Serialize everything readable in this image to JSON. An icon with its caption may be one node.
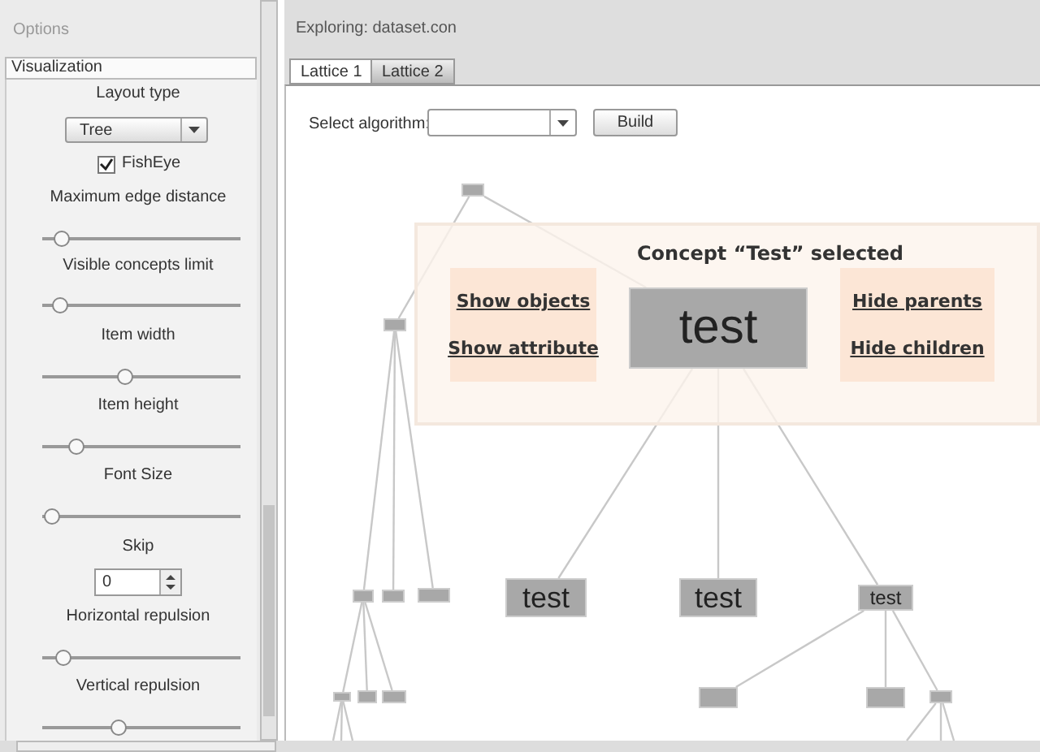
{
  "diagram": {
    "nodes": [
      {
        "text": [],
        "shape": "box"
      },
      {
        "text": [
          "Concept “Test” selected"
        ]
      },
      {
        "text": [
          "Show objects",
          "Show attribute"
        ],
        "in": 1
      },
      {
        "text": [
          "test"
        ],
        "in": 1
      },
      {
        "text": [
          "Hide parents",
          "Hide children"
        ],
        "in": 1
      },
      {
        "text": [],
        "shape": "box"
      },
      {
        "text": [],
        "shape": "box"
      },
      {
        "text": [],
        "shape": "box"
      },
      {
        "text": [],
        "shape": "box"
      },
      {
        "text": [
          "test"
        ]
      },
      {
        "text": [
          "test"
        ]
      },
      {
        "text": [
          "test"
        ]
      },
      {
        "text": [],
        "shape": "box"
      },
      {
        "text": [],
        "shape": "box"
      },
      {
        "text": [],
        "shape": "box"
      },
      {
        "text": [],
        "shape": "box"
      },
      {
        "text": [],
        "shape": "box"
      },
      {
        "text": [],
        "shape": "box"
      }
    ],
    "edges": [
      {
        "from": 0,
        "to": 5,
        "arrow": "none"
      },
      {
        "from": 0,
        "to": 3,
        "arrow": "none"
      },
      {
        "from": 5,
        "to": 6,
        "arrow": "none"
      },
      {
        "from": 5,
        "to": 7,
        "arrow": "none"
      },
      {
        "from": 5,
        "to": 8,
        "arrow": "none"
      },
      {
        "from": 3,
        "to": 9,
        "arrow": "none"
      },
      {
        "from": 3,
        "to": 10,
        "arrow": "none"
      },
      {
        "from": 3,
        "to": 11,
        "arrow": "none"
      },
      {
        "from": 6,
        "to": 12,
        "arrow": "none"
      },
      {
        "from": 6,
        "to": 13,
        "arrow": "none"
      },
      {
        "from": 6,
        "to": 14,
        "arrow": "none"
      },
      {
        "from": 11,
        "to": 15,
        "arrow": "none"
      },
      {
        "from": 11,
        "to": 16,
        "arrow": "none"
      },
      {
        "from": 11,
        "to": 17,
        "arrow": "none"
      },
      {
        "from": 12,
        "to": null,
        "arrow": "none"
      },
      {
        "from": 12,
        "to": null,
        "arrow": "none"
      },
      {
        "from": 12,
        "to": null,
        "arrow": "none"
      },
      {
        "from": 17,
        "to": null,
        "arrow": "none"
      },
      {
        "from": 17,
        "to": null,
        "arrow": "none"
      },
      {
        "from": 17,
        "to": null,
        "arrow": "none"
      }
    ],
    "labels": [
      "Options",
      "Visualization",
      "Layout type",
      "Tree",
      "FishEye",
      "Maximum edge distance",
      "Visible concepts limit",
      "Item width",
      "Item height",
      "Font Size",
      "Skip",
      "0",
      "Horizontal repulsion",
      "Vertical repulsion",
      "Exploring: dataset.con",
      "Lattice 1",
      "Lattice 2",
      "Select algorithm:",
      "Build"
    ]
  }
}
